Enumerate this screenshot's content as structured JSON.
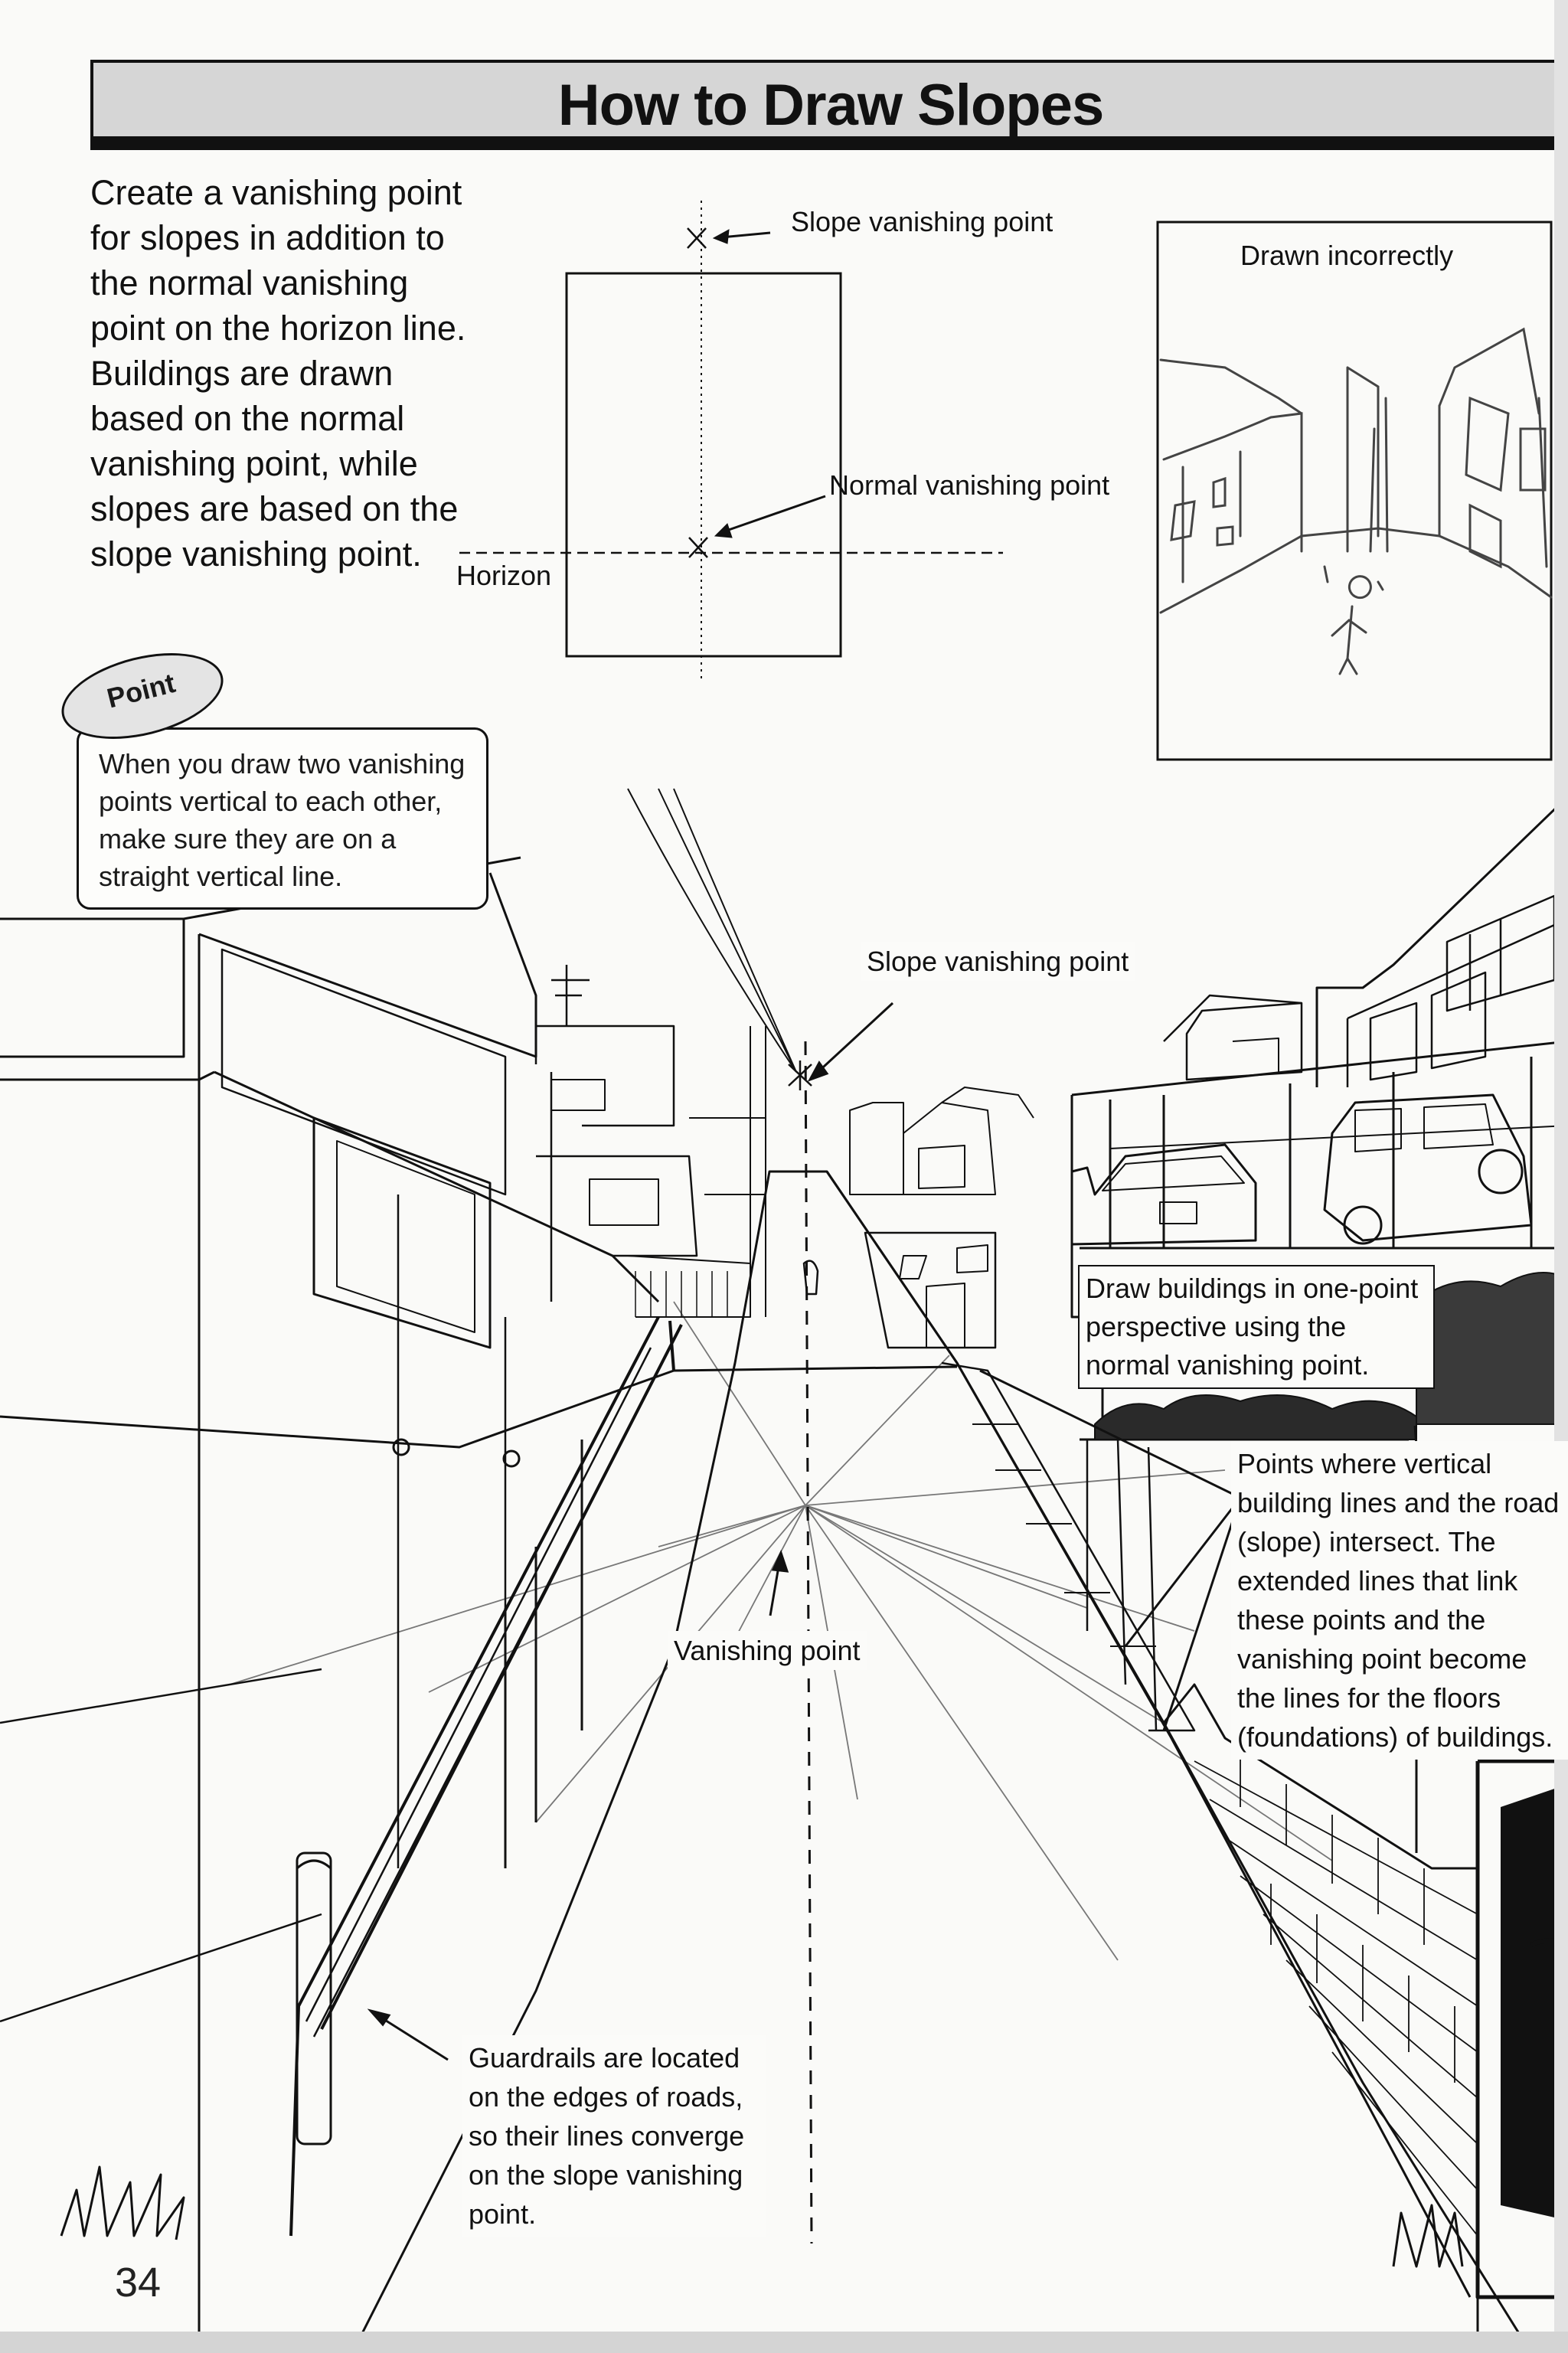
{
  "title": "How to Draw Slopes",
  "intro": "Create a vanishing point for slopes in addition to the normal vanishing point on the horizon line. Buildings are drawn based on the normal vanishing point, while slopes are based on the slope vanishing point.",
  "diagram": {
    "slope_vp_label": "Slope vanishing point",
    "normal_vp_label": "Normal vanishing point",
    "horizon_label": "Horizon"
  },
  "incorrect": {
    "label": "Drawn incorrectly"
  },
  "point": {
    "tag": "Point",
    "text": "When you draw two vanishing points vertical to each other, make sure they are on a straight vertical line."
  },
  "illustration": {
    "slope_vp_label": "Slope vanishing point",
    "buildings_note": "Draw buildings in one-point perspective using the normal vanishing point.",
    "intersect_note": "Points where vertical building lines and the road (slope) intersect. The extended lines that link these points and the vanishing point become the lines for the floors (foundations) of buildings.",
    "vp_label": "Vanishing point",
    "guardrail_note": "Guardrails are located on the edges of roads, so their lines converge on the slope vanishing point."
  },
  "page_number": "34"
}
